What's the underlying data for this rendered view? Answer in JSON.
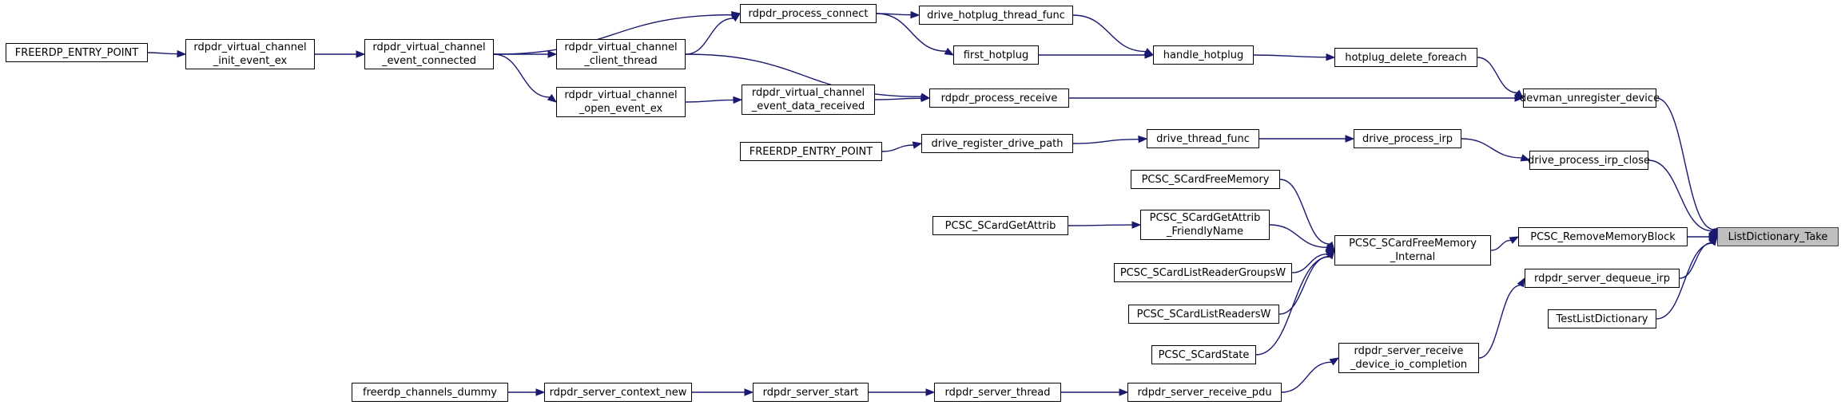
{
  "graph": {
    "type": "caller-graph",
    "colors": {
      "edge": "#191970",
      "root_fill": "#bfbfbf",
      "node_fill": "#ffffff"
    },
    "nodes": [
      {
        "id": "ldt",
        "label": "ListDictionary_Take",
        "root": true
      },
      {
        "id": "dud",
        "label": "devman_unregister_device"
      },
      {
        "id": "hdf",
        "label": "hotplug_delete_foreach"
      },
      {
        "id": "hh",
        "label": "handle_hotplug"
      },
      {
        "id": "dhtf",
        "label": "drive_hotplug_thread_func"
      },
      {
        "id": "fh",
        "label": "first_hotplug"
      },
      {
        "id": "rpc",
        "label": "rdpdr_process_connect"
      },
      {
        "id": "rpr",
        "label": "rdpdr_process_receive"
      },
      {
        "id": "rvcec",
        "label": "rdpdr_virtual_channel\n_event_connected"
      },
      {
        "id": "rvcct",
        "label": "rdpdr_virtual_channel\n_client_thread"
      },
      {
        "id": "rvcoe",
        "label": "rdpdr_virtual_channel\n_open_event_ex"
      },
      {
        "id": "rvcedr",
        "label": "rdpdr_virtual_channel\n_event_data_received"
      },
      {
        "id": "rvcie",
        "label": "rdpdr_virtual_channel\n_init_event_ex"
      },
      {
        "id": "fep1",
        "label": "FREERDP_ENTRY_POINT"
      },
      {
        "id": "dpic",
        "label": "drive_process_irp_close"
      },
      {
        "id": "dpi",
        "label": "drive_process_irp"
      },
      {
        "id": "dtf",
        "label": "drive_thread_func"
      },
      {
        "id": "drdp",
        "label": "drive_register_drive_path"
      },
      {
        "id": "fep2",
        "label": "FREERDP_ENTRY_POINT"
      },
      {
        "id": "prmb",
        "label": "PCSC_RemoveMemoryBlock"
      },
      {
        "id": "pfmi",
        "label": "PCSC_SCardFreeMemory\n_Internal"
      },
      {
        "id": "pfm",
        "label": "PCSC_SCardFreeMemory"
      },
      {
        "id": "pgaf",
        "label": "PCSC_SCardGetAttrib\n_FriendlyName"
      },
      {
        "id": "pga",
        "label": "PCSC_SCardGetAttrib"
      },
      {
        "id": "plrg",
        "label": "PCSC_SCardListReaderGroupsW"
      },
      {
        "id": "plr",
        "label": "PCSC_SCardListReadersW"
      },
      {
        "id": "pss",
        "label": "PCSC_SCardState"
      },
      {
        "id": "rsdi",
        "label": "rdpdr_server_dequeue_irp"
      },
      {
        "id": "tld",
        "label": "TestListDictionary"
      },
      {
        "id": "rsrdic",
        "label": "rdpdr_server_receive\n_device_io_completion"
      },
      {
        "id": "rsrp",
        "label": "rdpdr_server_receive_pdu"
      },
      {
        "id": "rst",
        "label": "rdpdr_server_thread"
      },
      {
        "id": "rss",
        "label": "rdpdr_server_start"
      },
      {
        "id": "rscn",
        "label": "rdpdr_server_context_new"
      },
      {
        "id": "fcd",
        "label": "freerdp_channels_dummy"
      }
    ],
    "edges": [
      [
        "dud",
        "ldt"
      ],
      [
        "dpic",
        "ldt"
      ],
      [
        "prmb",
        "ldt"
      ],
      [
        "rsdi",
        "ldt"
      ],
      [
        "tld",
        "ldt"
      ],
      [
        "hdf",
        "dud"
      ],
      [
        "rpr",
        "dud"
      ],
      [
        "hh",
        "hdf"
      ],
      [
        "dhtf",
        "hh"
      ],
      [
        "fh",
        "hh"
      ],
      [
        "rpc",
        "dhtf"
      ],
      [
        "rpc",
        "fh"
      ],
      [
        "rvcec",
        "rpc"
      ],
      [
        "rvcct",
        "rpc"
      ],
      [
        "rvcct",
        "rpr"
      ],
      [
        "rvcedr",
        "rpr"
      ],
      [
        "rvcie",
        "rvcec"
      ],
      [
        "fep1",
        "rvcie"
      ],
      [
        "rvcec",
        "rvcct"
      ],
      [
        "rvcec",
        "rvcoe"
      ],
      [
        "rvcoe",
        "rvcedr"
      ],
      [
        "dpi",
        "dpic"
      ],
      [
        "dtf",
        "dpi"
      ],
      [
        "drdp",
        "dtf"
      ],
      [
        "fep2",
        "drdp"
      ],
      [
        "pfmi",
        "prmb"
      ],
      [
        "pfm",
        "pfmi"
      ],
      [
        "pgaf",
        "pfmi"
      ],
      [
        "plrg",
        "pfmi"
      ],
      [
        "plr",
        "pfmi"
      ],
      [
        "pss",
        "pfmi"
      ],
      [
        "pga",
        "pgaf"
      ],
      [
        "rsrdic",
        "rsdi"
      ],
      [
        "rsrp",
        "rsrdic"
      ],
      [
        "rst",
        "rsrp"
      ],
      [
        "rss",
        "rst"
      ],
      [
        "rscn",
        "rss"
      ],
      [
        "fcd",
        "rscn"
      ]
    ]
  }
}
